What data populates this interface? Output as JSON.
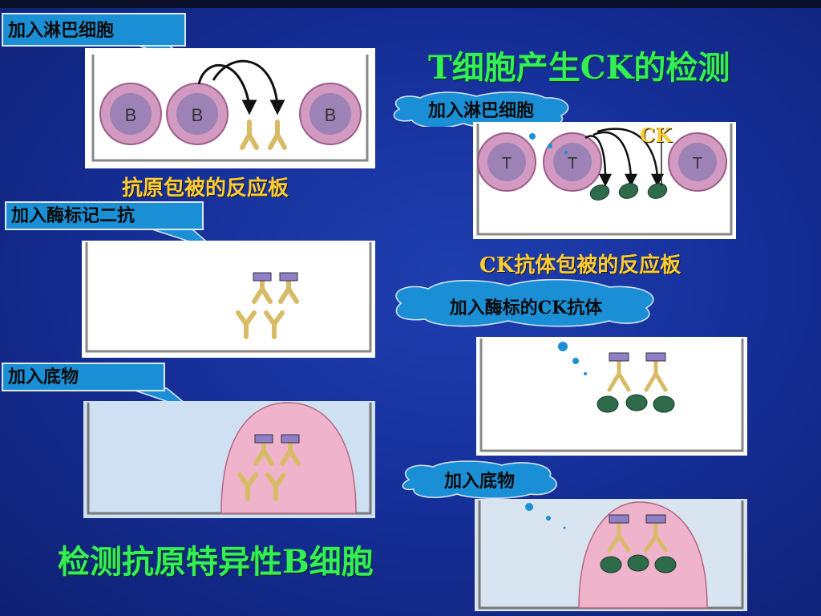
{
  "left": {
    "callout_add_lymphocytes": "加入淋巴细胞",
    "cell_label": "B",
    "caption_plate": "抗原包被的反应板",
    "callout_add_enzyme_antibody": "加入酶标记二抗",
    "callout_add_substrate": "加入底物",
    "section_title": "检测抗原特异性B细胞"
  },
  "right": {
    "section_title": "T细胞产生CK的检测",
    "cloud_add_lymphocytes": "加入淋巴细胞",
    "cell_label": "T",
    "ck_label": "CK",
    "caption_plate": "CK抗体包被的反应板",
    "cloud_add_enzyme_ck_antibody": "加入酶标的CK抗体",
    "cloud_add_substrate": "加入底物"
  },
  "colors": {
    "background": "#16309a",
    "callout_blue": "#1a8fd6",
    "title_green": "#33ee55",
    "label_yellow": "#ffcc33",
    "cell_pink": "#c98bb8",
    "nucleus": "#9b7ab8",
    "antibody": "#d8bb66",
    "enzyme": "#8f7fc8",
    "ck_green": "#2e6b4a",
    "substrate_pink": "#f0b3cc"
  }
}
